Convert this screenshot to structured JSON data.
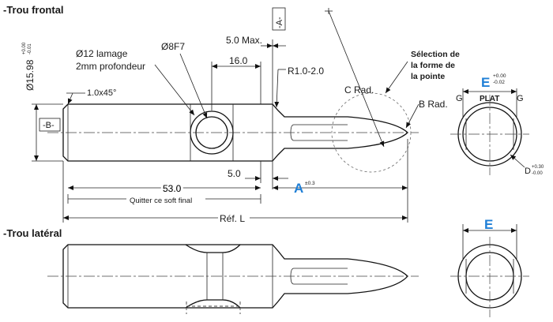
{
  "section_front": "-Trou frontal",
  "section_side": "-Trou latéral",
  "labels": {
    "diameter_main": "Ø15.98",
    "diameter_main_tol_upper": "+0.00",
    "diameter_main_tol_lower": "-0.01",
    "datum_b": "-B-",
    "datum_a": "-A-",
    "chamfer": "1.0x45°",
    "counterbore": "Ø12 lamage",
    "counterbore_depth": "2mm profondeur",
    "hole": "Ø8F7",
    "max_len": "5.0 Max.",
    "dim_16": "16.0",
    "radius_range": "R1.0-2.0",
    "tip_selection_1": "Sélection de",
    "tip_selection_2": "la forme de",
    "tip_selection_3": "la pointe",
    "c_rad": "C Rad.",
    "b_rad": "B Rad.",
    "dim_5": "5.0",
    "dim_53": "53.0",
    "dim_a": "A",
    "dim_a_tol": "±0.3",
    "soft_final": "Quitter ce soft final",
    "ref_l": "Réf. L",
    "dim_e": "E",
    "e_tol_upper": "+0.00",
    "e_tol_lower": "-0.02",
    "flat": "PLAT",
    "g_left": "G",
    "g_right": "G",
    "dim_d": "D",
    "d_tol_upper": "+0.30",
    "d_tol_lower": "-0.00",
    "dim_e_side": "E"
  },
  "colors": {
    "accent_blue": "#1f7fd6",
    "line": "#111111"
  }
}
